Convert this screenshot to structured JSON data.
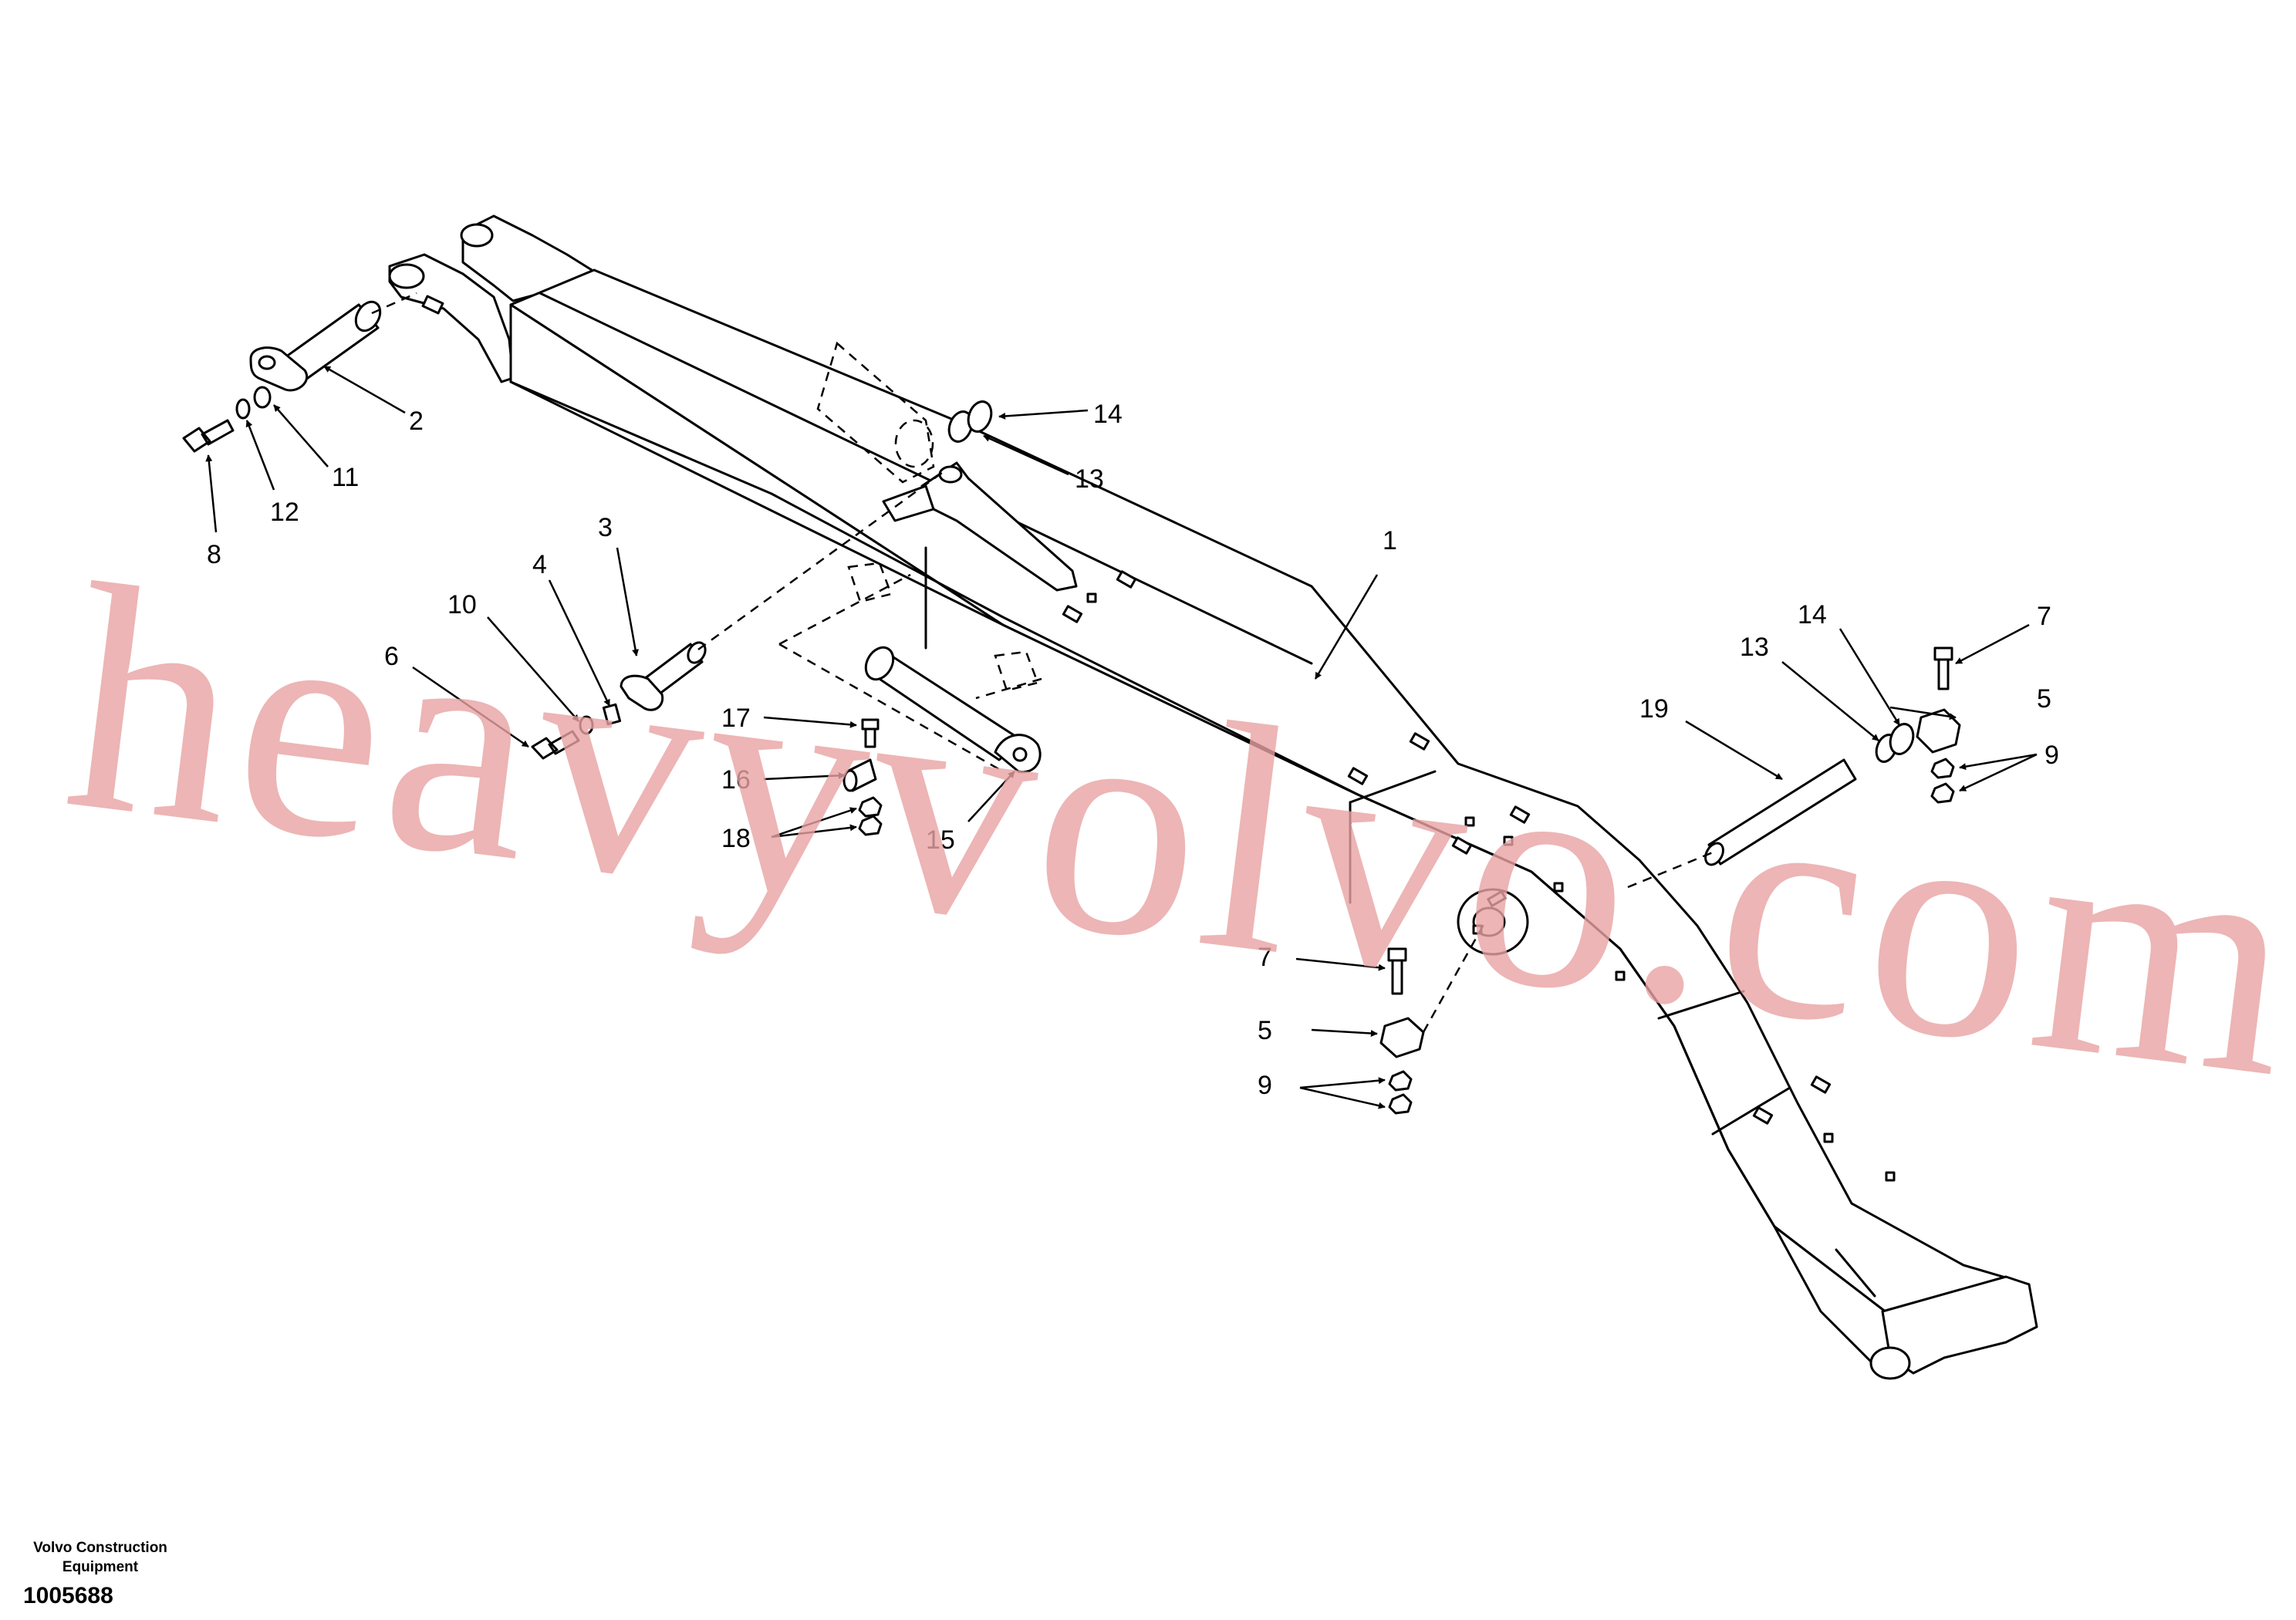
{
  "colors": {
    "watermark": "#e8a3a3",
    "ink": "#000000",
    "background": "#ffffff"
  },
  "watermark": {
    "text": "heavyvolvo.com"
  },
  "footer": {
    "company_line1": "Volvo Construction",
    "company_line2": "Equipment",
    "document_number": "1005688"
  },
  "callouts": {
    "c1": "1",
    "c2": "2",
    "c3": "3",
    "c4": "4",
    "c5a": "5",
    "c5b": "5",
    "c6": "6",
    "c7a": "7",
    "c7b": "7",
    "c8": "8",
    "c9a": "9",
    "c9b": "9",
    "c10": "10",
    "c11": "11",
    "c12": "12",
    "c13a": "13",
    "c13b": "13",
    "c14a": "14",
    "c14b": "14",
    "c15": "15",
    "c16": "16",
    "c17": "17",
    "c18": "18",
    "c19": "19"
  }
}
